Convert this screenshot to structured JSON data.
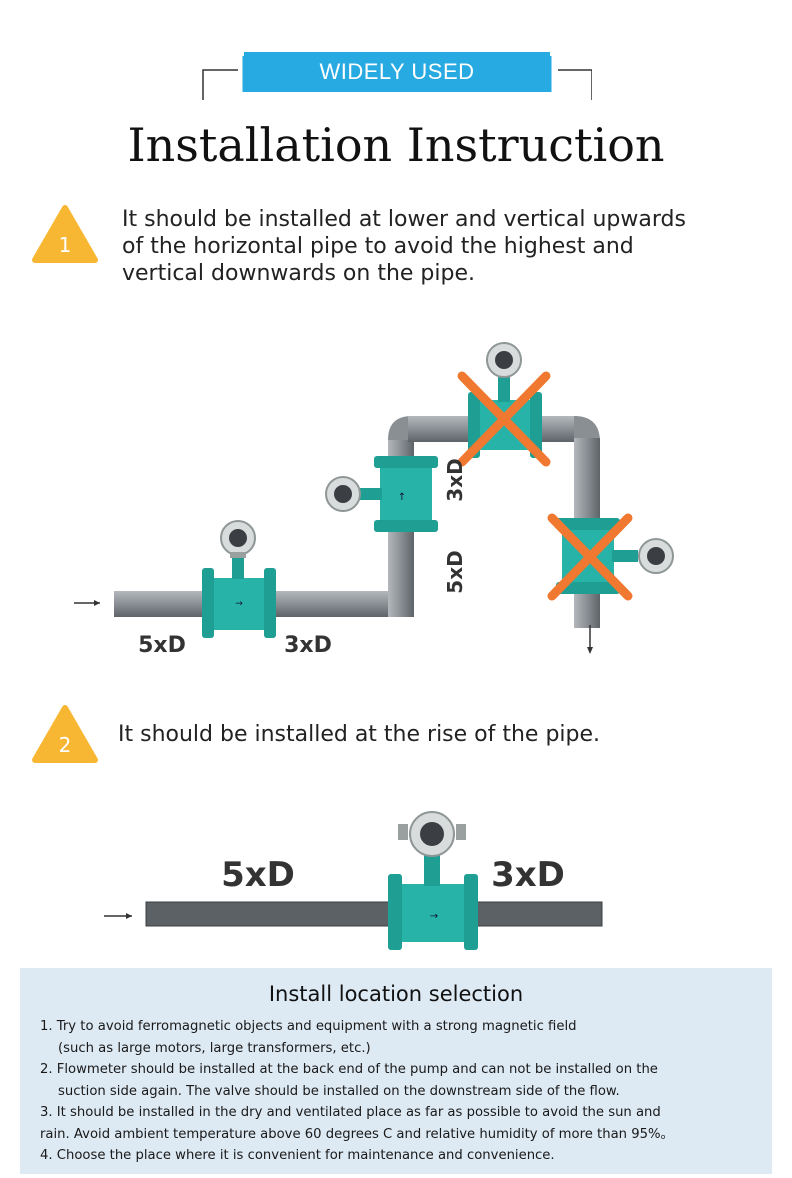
{
  "header": {
    "banner_label": "WIDELY USED",
    "title": "Installation Instruction"
  },
  "steps": [
    {
      "number": "1",
      "text_lines": [
        "It should be installed at lower and vertical upwards",
        "of the horizontal pipe to avoid the highest and",
        "vertical downwards on the pipe."
      ]
    },
    {
      "number": "2",
      "text": "It should be installed at the rise of the pipe."
    }
  ],
  "diagram1": {
    "labels": {
      "up_5xd": "5xD",
      "down_3xd": "3xD",
      "rise_5xd": "5xD",
      "rise_3xd": "3xD"
    }
  },
  "diagram2": {
    "labels": {
      "up_5xd": "5xD",
      "down_3xd": "3xD"
    }
  },
  "colors": {
    "banner": "#27a9e1",
    "badge": "#f7b733",
    "meter": "#1f9e94",
    "pipe": "#8c9196",
    "cross": "#f07830",
    "panel": "#dde9f3"
  },
  "selection": {
    "title": "Install location selection",
    "items": [
      "1. Try to avoid ferromagnetic objects and equipment with a strong magnetic field",
      "(such as large motors, large transformers, etc.)",
      "2. Flowmeter should be installed at the back end of the pump and can not be installed on the",
      "suction side again. The valve should be installed on the downstream side of the flow.",
      "3. It should be installed in the dry and ventilated place as far as possible to avoid the sun and",
      "rain. Avoid ambient temperature above 60 degrees C and relative humidity of more than 95%。",
      "4. Choose the place where it is convenient for maintenance and convenience."
    ]
  }
}
